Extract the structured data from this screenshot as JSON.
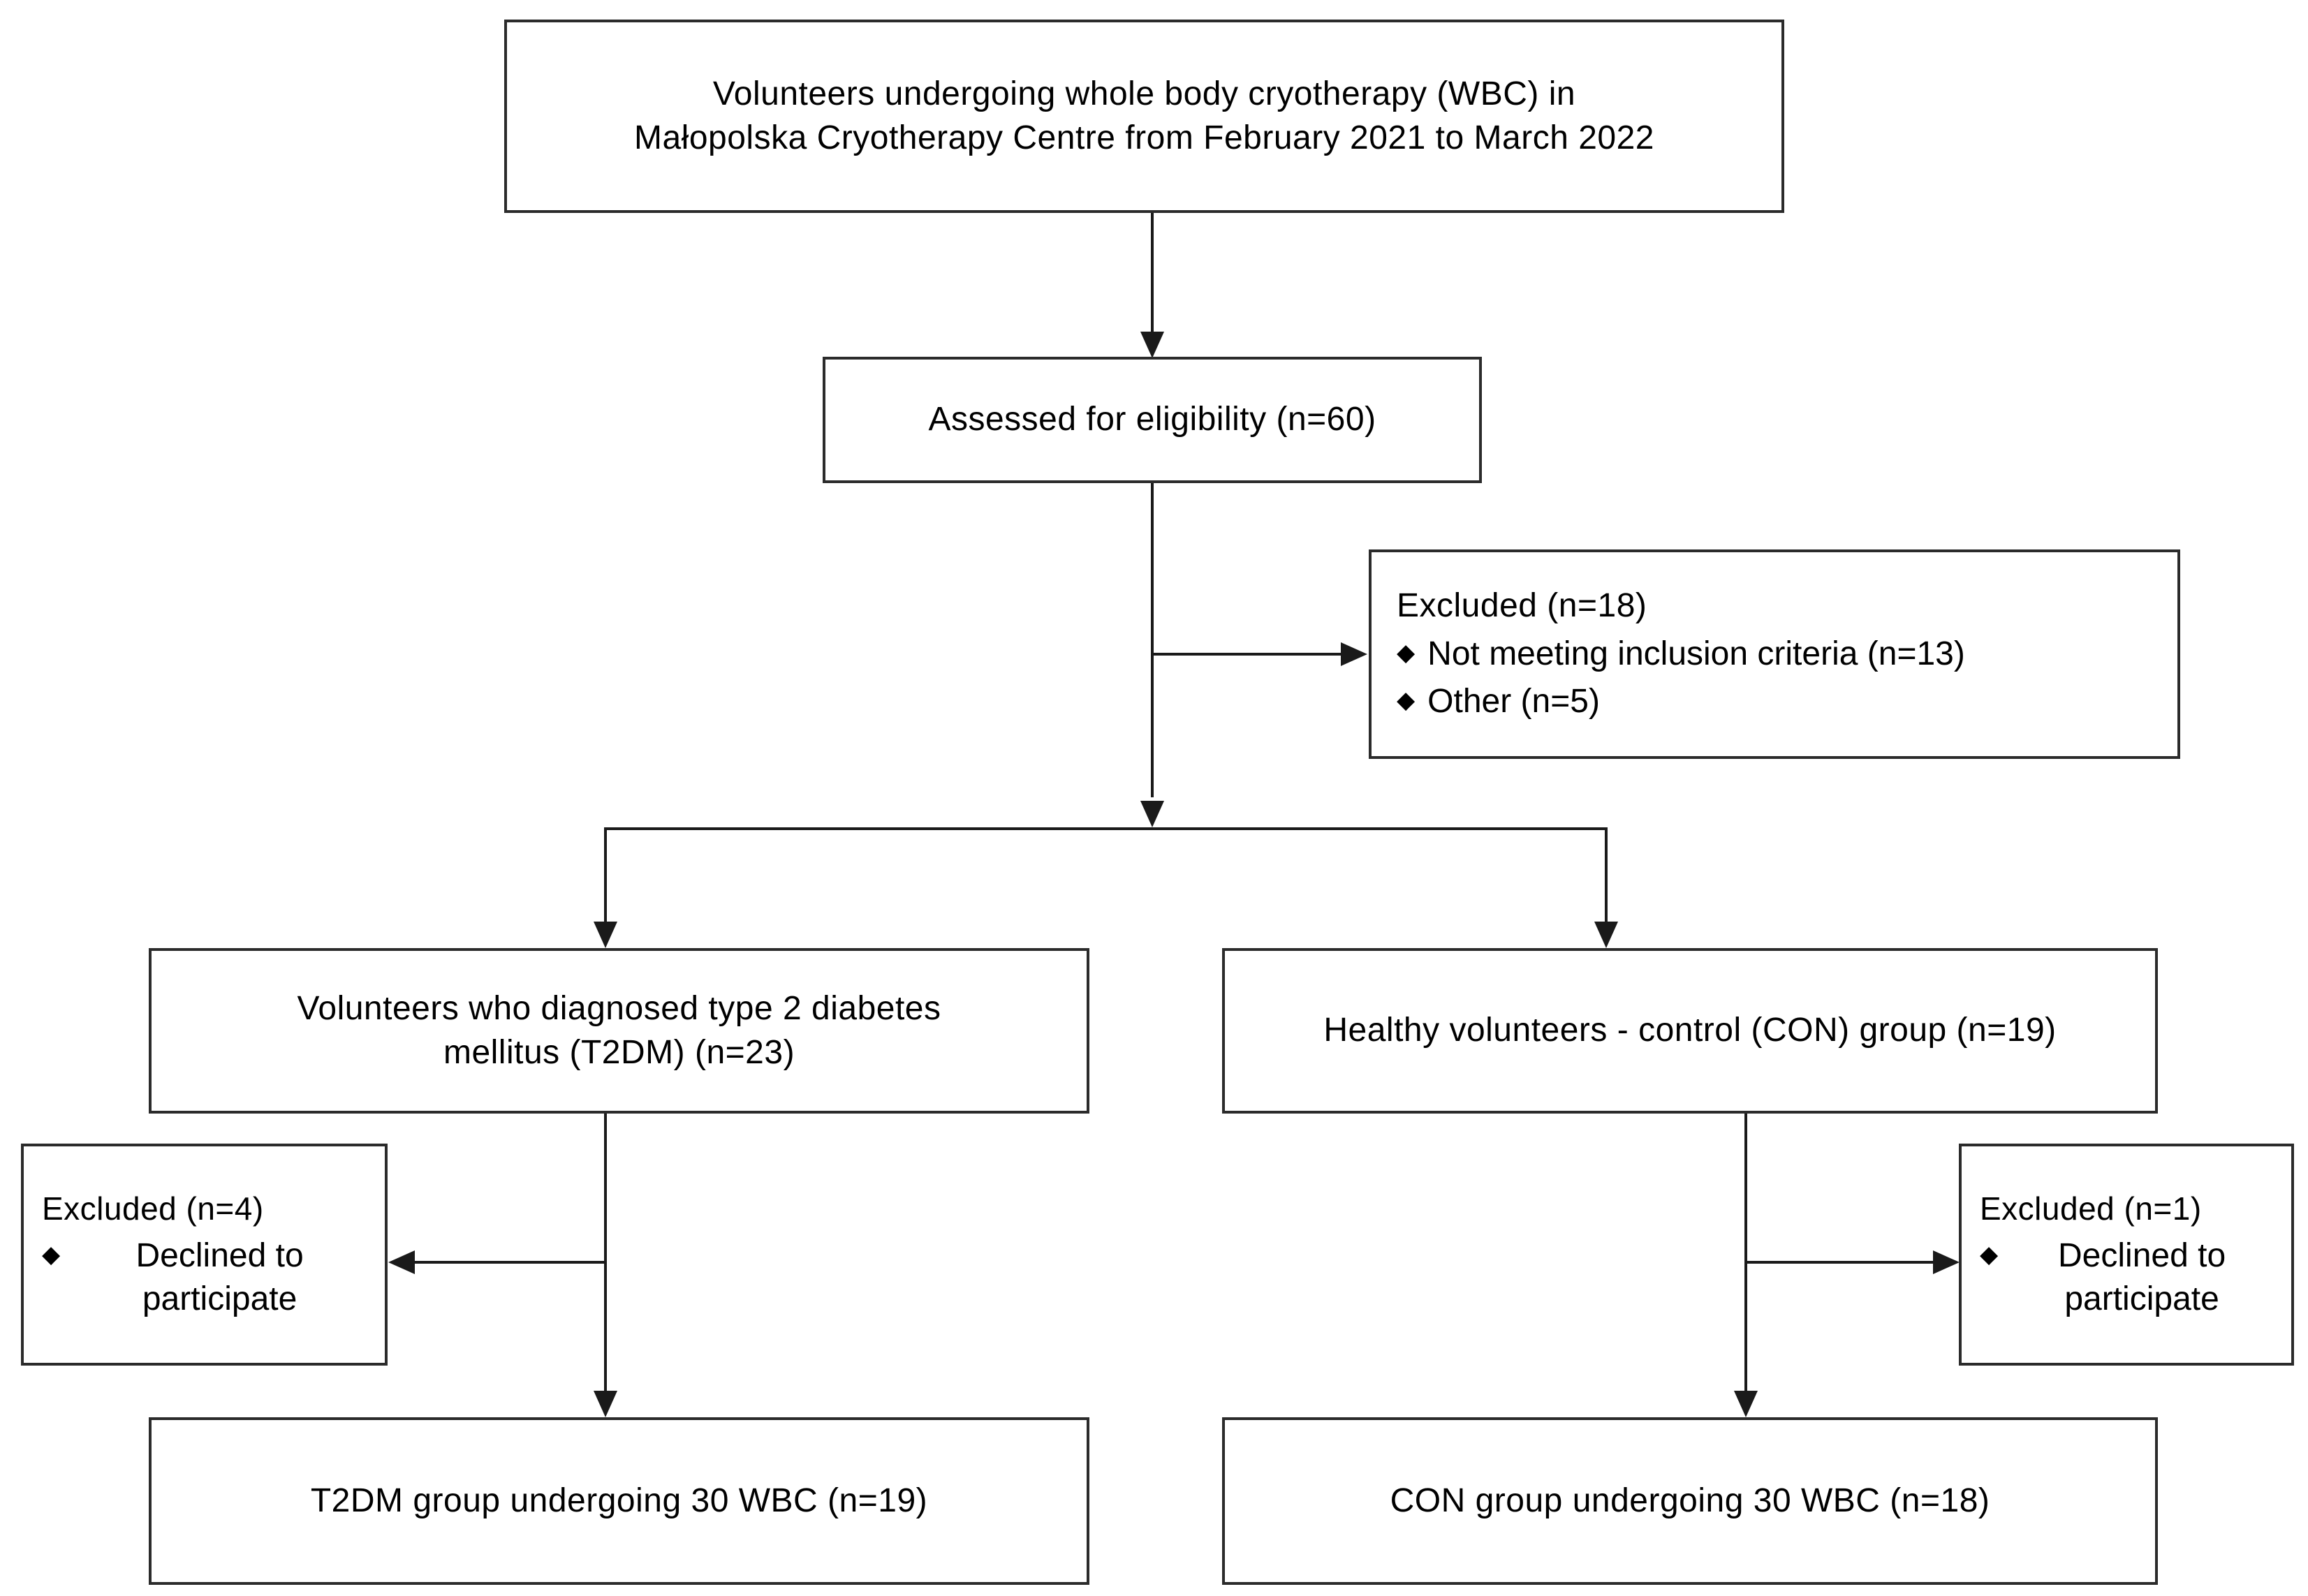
{
  "diagram": {
    "type": "consort-flow-diagram",
    "title_text": "",
    "colors": {
      "box_border": "#2b2b2b",
      "line": "#1a1a1a",
      "background": "#ffffff",
      "text": "#000000"
    },
    "bullet_glyph": "◆"
  },
  "nodes": {
    "enrollment": {
      "text": "Volunteers undergoing whole body cryotherapy (WBC) in\nMałopolska Cryotherapy Centre from February 2021 to March 2022"
    },
    "eligibility": {
      "text": "Assessed for eligibility (n=60)",
      "n": 60
    },
    "excluded_main": {
      "heading": "Excluded  (n=18)",
      "n": 18,
      "items": [
        {
          "text": "Not meeting inclusion criteria (n=13)",
          "n": 13
        },
        {
          "text": "Other (n=5)",
          "n": 5
        }
      ]
    },
    "t2dm_group": {
      "text": "Volunteers who diagnosed type 2 diabetes\nmellitus (T2DM)  (n=23)",
      "n": 23
    },
    "con_group": {
      "text": "Healthy volunteers - control (CON) group (n=19)",
      "n": 19
    },
    "excluded_left": {
      "heading": "Excluded  (n=4)",
      "n": 4,
      "items": [
        {
          "text": "Declined to\nparticipate"
        }
      ]
    },
    "excluded_right": {
      "heading": "Excluded  (n=1)",
      "n": 1,
      "items": [
        {
          "text": "Declined to\nparticipate"
        }
      ]
    },
    "t2dm_final": {
      "text": "T2DM group undergoing 30 WBC (n=19)",
      "n": 19,
      "sessions": 30
    },
    "con_final": {
      "text": "CON group undergoing 30 WBC (n=18)",
      "n": 18,
      "sessions": 30
    }
  }
}
